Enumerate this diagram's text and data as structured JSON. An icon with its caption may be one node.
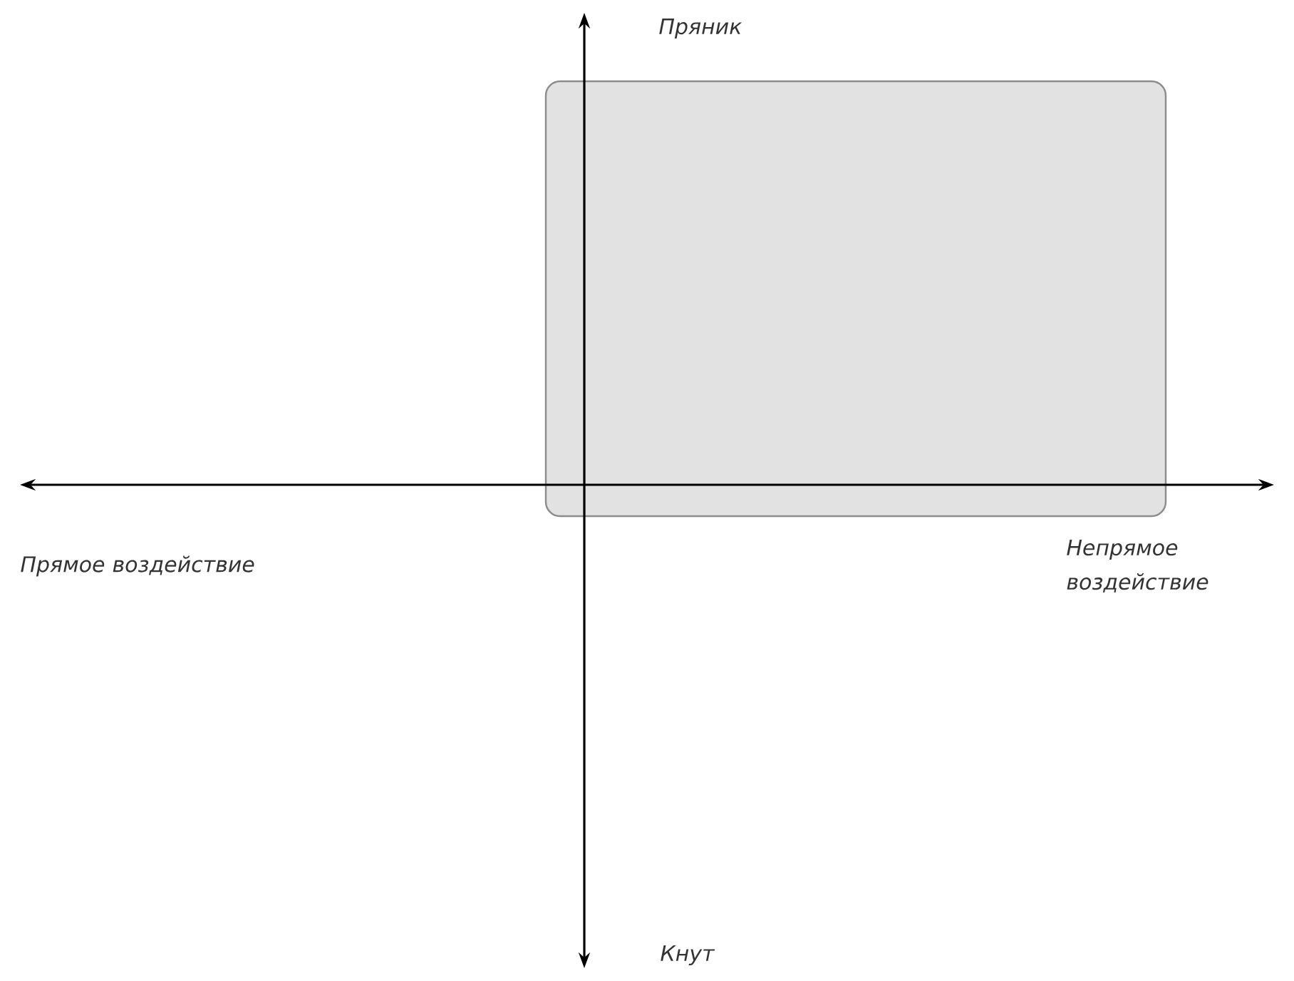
{
  "diagram": {
    "nodes": [
      {
        "text": [],
        "shape": "box"
      }
    ],
    "labels": [
      "Пряник",
      "Прямое воздействие",
      "Непрямое воздействие",
      "Кнут"
    ]
  }
}
